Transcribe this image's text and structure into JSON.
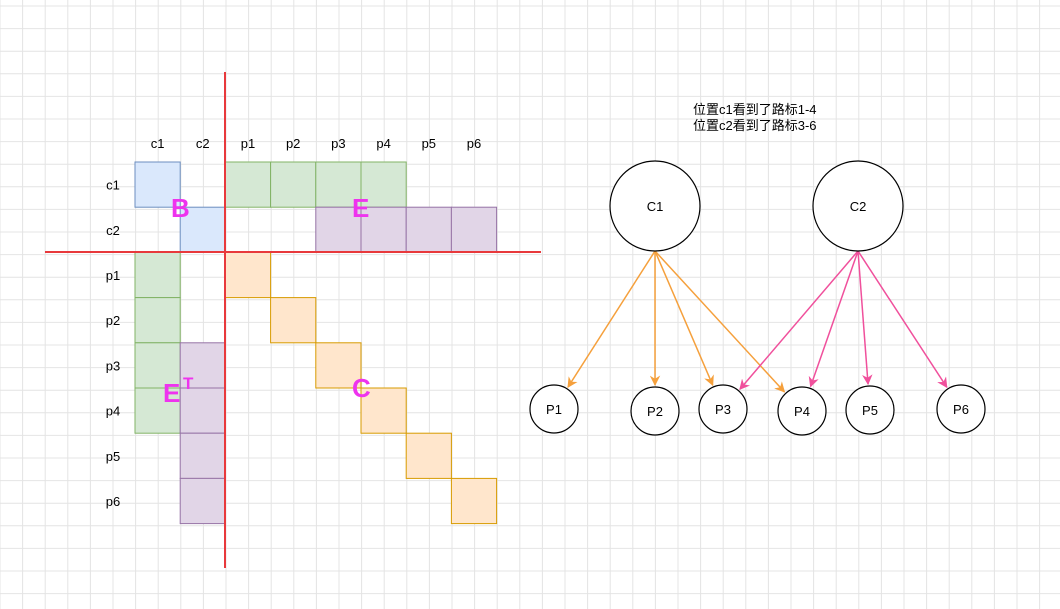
{
  "matrix": {
    "col_labels": [
      "c1",
      "c2",
      "p1",
      "p2",
      "p3",
      "p4",
      "p5",
      "p6"
    ],
    "row_labels": [
      "c1",
      "c2",
      "p1",
      "p2",
      "p3",
      "p4",
      "p5",
      "p6"
    ],
    "block_labels": {
      "B": "B",
      "E": "E",
      "ET_base": "E",
      "ET_sup": "T",
      "C": "C"
    }
  },
  "annotation": {
    "line1": "位置c1看到了路标1-4",
    "line2": "位置c2看到了路标3-6"
  },
  "graph": {
    "camera_nodes": [
      "C1",
      "C2"
    ],
    "landmark_nodes": [
      "P1",
      "P2",
      "P3",
      "P4",
      "P5",
      "P6"
    ]
  },
  "colors": {
    "grid": "#e4e4e4",
    "axis_red": "#e8393c",
    "blue_fill": "#dae8fc",
    "blue_stroke": "#6c8ebf",
    "green_fill": "#d5e8d4",
    "green_stroke": "#82b366",
    "purple_fill": "#e1d5e7",
    "purple_stroke": "#9673a6",
    "orange_fill": "#ffe6cc",
    "orange_stroke": "#d79b00",
    "edge_orange": "#f5a03c",
    "edge_pink": "#f0509c",
    "label_magenta": "#ee33ee"
  }
}
